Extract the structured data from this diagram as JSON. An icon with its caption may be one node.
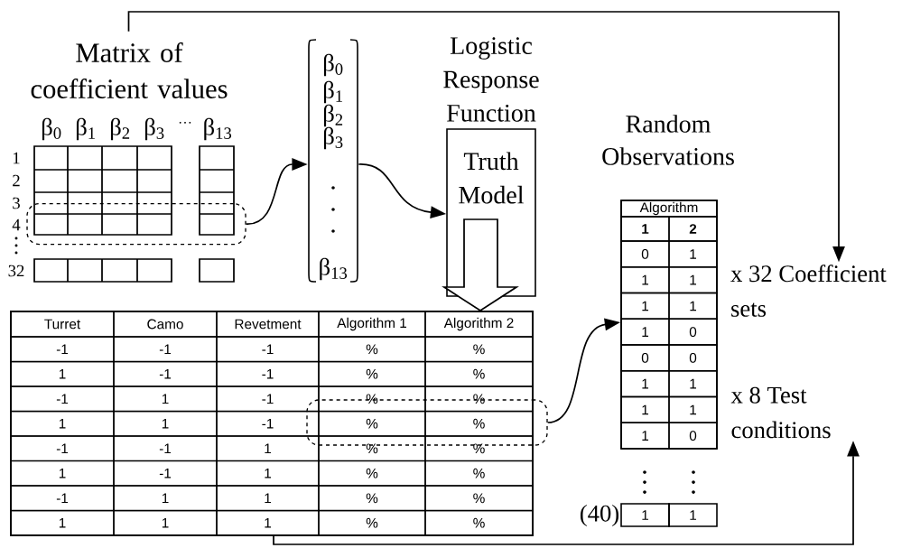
{
  "diagram": {
    "nodes": [
      {
        "text": [
          "Matrix of coefficient values"
        ]
      },
      {
        "text": [],
        "shape": "box",
        "in": 0
      },
      {
        "text": [
          "β$_{0}$",
          "β$_{1}$",
          "β$_{2}$",
          "β$_{3}$",
          "β$_{13}$"
        ]
      },
      {
        "text": [
          "Logistic Response Function",
          "Truth Model"
        ]
      },
      {
        "text": [],
        "shape": "box"
      },
      {
        "text": [],
        "shape": "box"
      },
      {
        "text": [
          "Random Observations"
        ]
      },
      {
        "text": [
          "x 32 Coefficient sets"
        ]
      },
      {
        "text": [
          "x 8 Test conditions"
        ]
      }
    ],
    "edges": [
      {
        "from": 1,
        "to": 2,
        "arrow": "to"
      },
      {
        "from": 2,
        "to": 3,
        "arrow": "to"
      },
      {
        "from": 3,
        "to": 4,
        "arrow": "to"
      },
      {
        "from": 5,
        "to": 6,
        "arrow": "to"
      },
      {
        "from": 0,
        "to": 7,
        "arrow": "to"
      },
      {
        "from": 4,
        "to": 8,
        "arrow": "to"
      }
    ],
    "labels": [
      "β$_{0}$",
      "β$_{1}$",
      "β$_{2}$",
      "β$_{3}$",
      "···",
      "β$_{13}$",
      "1",
      "2",
      "3",
      "4",
      "32",
      "Turret",
      "Camo",
      "Revetment",
      "Algorithm 1",
      "Algorithm 2",
      "-1",
      "-1",
      "-1",
      "%",
      "%",
      "1",
      "-1",
      "-1",
      "%",
      "%",
      "-1",
      "1",
      "-1",
      "%",
      "%",
      "1",
      "1",
      "-1",
      "%",
      "%",
      "-1",
      "-1",
      "1",
      "%",
      "%",
      "1",
      "-1",
      "1",
      "%",
      "%",
      "-1",
      "1",
      "1",
      "%",
      "%",
      "1",
      "1",
      "1",
      "%",
      "%",
      "Algorithm",
      "1",
      "2",
      "0",
      "1",
      "1",
      "1",
      "1",
      "1",
      "1",
      "0",
      "0",
      "0",
      "1",
      "1",
      "1",
      "1",
      "1",
      "0",
      "(40)",
      "1",
      "1"
    ]
  }
}
